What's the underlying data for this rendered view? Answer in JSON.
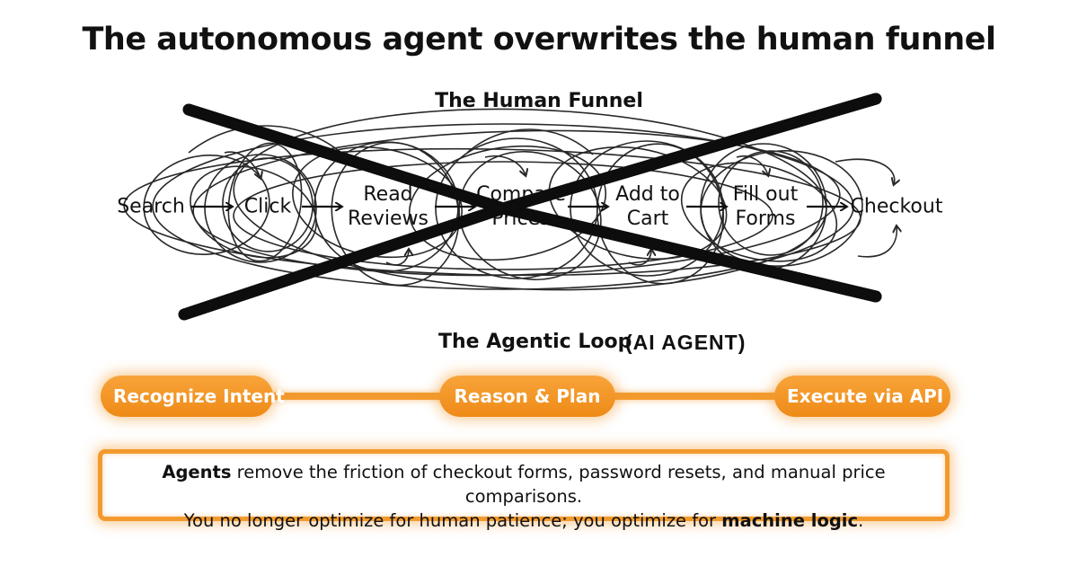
{
  "title": "The autonomous agent overwrites the human funnel",
  "human_funnel": {
    "heading": "The Human Funnel",
    "steps": [
      {
        "line1": "Search",
        "line2": ""
      },
      {
        "line1": "Click",
        "line2": ""
      },
      {
        "line1": "Read",
        "line2": "Reviews"
      },
      {
        "line1": "Compare",
        "line2": "Prices"
      },
      {
        "line1": "Add to",
        "line2": "Cart"
      },
      {
        "line1": "Fill out",
        "line2": "Forms"
      },
      {
        "line1": "Checkout",
        "line2": ""
      }
    ],
    "crossed_out": true
  },
  "agentic_loop": {
    "heading": "The Agentic Loop",
    "tag": "(AI AGENT)",
    "steps": [
      "Recognize Intent",
      "Reason & Plan",
      "Execute via API"
    ],
    "accent_color": "#f29a2e"
  },
  "note": {
    "line1_bold": "Agents",
    "line1_rest": " remove the friction of checkout forms, password resets, and manual price comparisons.",
    "line2_start": "You no longer optimize for human patience; you optimize for ",
    "line2_bold": "machine logic",
    "line2_end": "."
  }
}
